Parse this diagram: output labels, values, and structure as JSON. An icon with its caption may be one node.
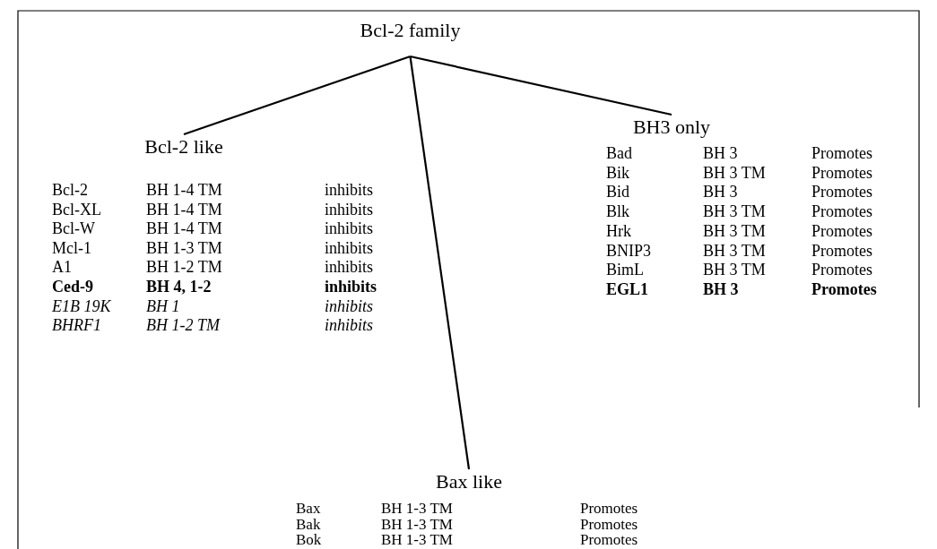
{
  "diagram": {
    "nodes": [
      {
        "text": [
          "Bcl-2 family"
        ]
      },
      {
        "text": [
          "Bcl-2 like"
        ]
      },
      {
        "text": [
          "BH3 only"
        ]
      },
      {
        "text": [
          "Bax like"
        ]
      }
    ],
    "edges": [
      {
        "from": 0,
        "to": 1,
        "arrow": "none"
      },
      {
        "from": 0,
        "to": 3,
        "arrow": "none"
      },
      {
        "from": 0,
        "to": 2,
        "arrow": "none"
      }
    ],
    "labels": [
      "Bcl-2",
      "BH 1-4 TM",
      "inhibits",
      "Bcl-XL",
      "BH 1-4 TM",
      "inhibits",
      "Bcl-W",
      "BH 1-4 TM",
      "inhibits",
      "Mcl-1",
      "BH 1-3 TM",
      "inhibits",
      "A1",
      "BH 1-2 TM",
      "inhibits",
      "Ced-9",
      "BH 4, 1-2",
      "inhibits",
      "E1B 19K",
      "BH 1",
      "inhibits",
      "BHRF1",
      "BH 1-2 TM",
      "inhibits",
      "Bad",
      "BH 3",
      "Promotes",
      "Bik",
      "BH 3 TM",
      "Promotes",
      "Bid",
      "BH 3",
      "Promotes",
      "Blk",
      "BH 3 TM",
      "Promotes",
      "Hrk",
      "BH 3 TM",
      "Promotes",
      "BNIP3",
      "BH 3 TM",
      "Promotes",
      "BimL",
      "BH 3 TM",
      "Promotes",
      "EGL1",
      "BH 3",
      "Promotes",
      "Bax",
      "BH 1-3 TM",
      "Promotes",
      "Bak",
      "BH 1-3 TM",
      "Promotes",
      "Bok",
      "BH 1-3 TM",
      "Promotes"
    ]
  }
}
